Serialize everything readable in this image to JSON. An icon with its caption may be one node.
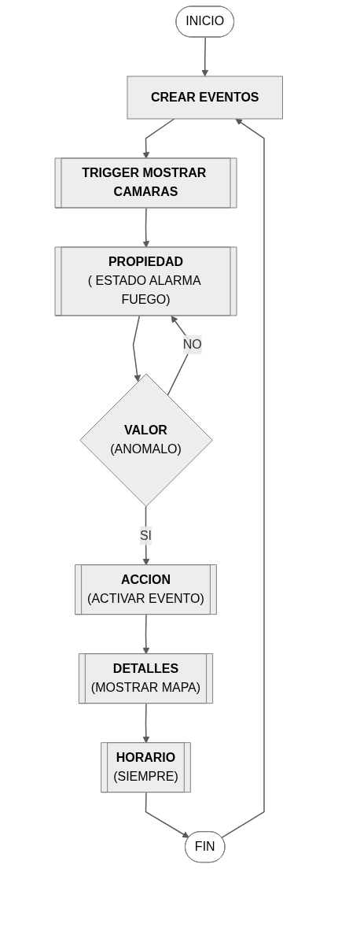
{
  "diagram": {
    "nodes": [
      {
        "text": [
          "INICIO"
        ]
      },
      {
        "text": [
          "CREAR EVENTOS"
        ]
      },
      {
        "text": [
          "TRIGGER MOSTRAR CAMARAS"
        ]
      },
      {
        "text": [
          "PROPIEDAD",
          "( ESTADO ALARMA FUEGO)"
        ]
      },
      {
        "text": [
          "VALOR",
          "(ANOMALO)"
        ]
      },
      {
        "text": [
          "ACCION",
          "(ACTIVAR EVENTO)"
        ]
      },
      {
        "text": [
          "DETALLES",
          "(MOSTRAR MAPA)"
        ]
      },
      {
        "text": [
          "HORARIO",
          "(SIEMPRE)"
        ]
      },
      {
        "text": [
          "FIN"
        ]
      }
    ],
    "edges": [
      {
        "from": 0,
        "to": 1,
        "arrow": "to"
      },
      {
        "from": 1,
        "to": 2,
        "arrow": "to"
      },
      {
        "from": 2,
        "to": 3,
        "arrow": "to"
      },
      {
        "from": 3,
        "to": 4,
        "arrow": "to"
      },
      {
        "from": 4,
        "to": 3,
        "arrow": "to",
        "label": "NO"
      },
      {
        "from": 4,
        "to": 5,
        "arrow": "to",
        "label": "SI"
      },
      {
        "from": 5,
        "to": 6,
        "arrow": "to"
      },
      {
        "from": 6,
        "to": 7,
        "arrow": "to"
      },
      {
        "from": 7,
        "to": 8,
        "arrow": "to"
      },
      {
        "from": 8,
        "to": 1,
        "arrow": "to"
      }
    ]
  }
}
